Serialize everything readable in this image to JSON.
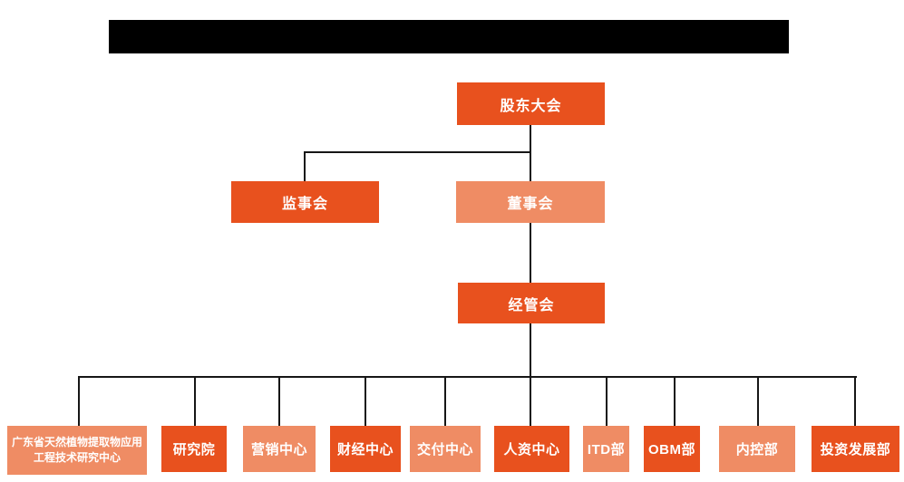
{
  "header": {
    "redacted_title": ""
  },
  "colors": {
    "primary_orange": "#e8511e",
    "secondary_salmon": "#ef8c64",
    "connector_line": "#161616",
    "redacted_bar": "#000000",
    "background": "#ffffff",
    "box_text": "#ffffff"
  },
  "org": {
    "level1": {
      "label": "股东大会"
    },
    "level2": [
      {
        "label": "监事会"
      },
      {
        "label": "董事会"
      }
    ],
    "level3": {
      "label": "经管会"
    },
    "level4": [
      {
        "label": "广东省天然植物提取物应用工程技术研究中心"
      },
      {
        "label": "研究院"
      },
      {
        "label": "营销中心"
      },
      {
        "label": "财经中心"
      },
      {
        "label": "交付中心"
      },
      {
        "label": "人资中心"
      },
      {
        "label": "ITD部"
      },
      {
        "label": "OBM部"
      },
      {
        "label": "内控部"
      },
      {
        "label": "投资发展部"
      }
    ]
  }
}
